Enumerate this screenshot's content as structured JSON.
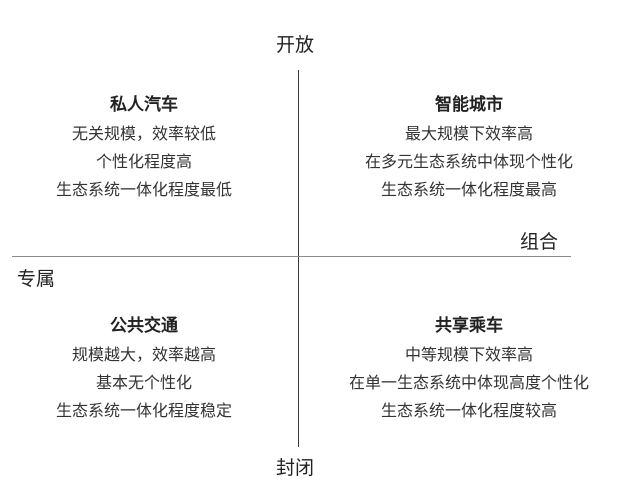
{
  "axes": {
    "top": "开放",
    "bottom": "封闭",
    "right": "组合",
    "left": "专属"
  },
  "quadrants": {
    "top_left": {
      "title": "私人汽车",
      "lines": [
        "无关规模，效率较低",
        "个性化程度高",
        "生态系统一体化程度最低"
      ]
    },
    "top_right": {
      "title": "智能城市",
      "lines": [
        "最大规模下效率高",
        "在多元生态系统中体现个性化",
        "生态系统一体化程度最高"
      ]
    },
    "bottom_left": {
      "title": "公共交通",
      "lines": [
        "规模越大，效率越高",
        "基本无个性化",
        "生态系统一体化程度稳定"
      ]
    },
    "bottom_right": {
      "title": "共享乘车",
      "lines": [
        "中等规模下效率高",
        "在单一生态系统中体现高度个性化",
        "生态系统一体化程度较高"
      ]
    }
  },
  "colors": {
    "axis_vertical": "#3a3a3a",
    "axis_horizontal": "#8a8a8a",
    "text": "#2a2a2a",
    "background": "#ffffff"
  }
}
